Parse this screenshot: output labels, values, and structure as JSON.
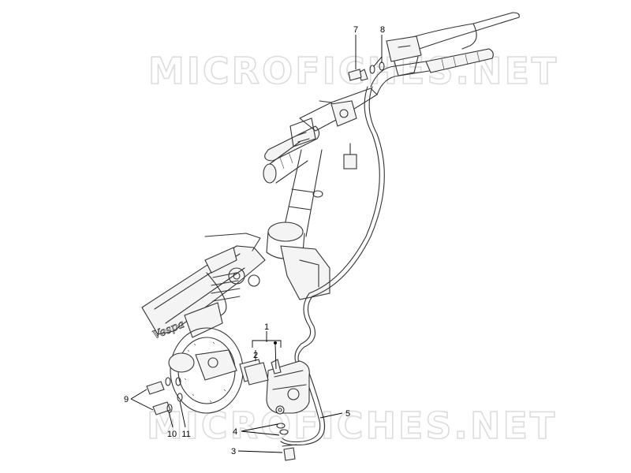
{
  "watermark": {
    "text_top": "MICROFICHES.NET",
    "text_bottom": "MICROFICHES.NET"
  },
  "callouts": {
    "c1": "1",
    "c2": "2",
    "c3": "3",
    "c4": "4",
    "c5": "5",
    "c7": "7",
    "c8": "8",
    "c9": "9",
    "c10": "10",
    "c11": "11"
  },
  "colors": {
    "line": "#333333",
    "watermark": "#dcdcdc",
    "label": "#000000"
  }
}
